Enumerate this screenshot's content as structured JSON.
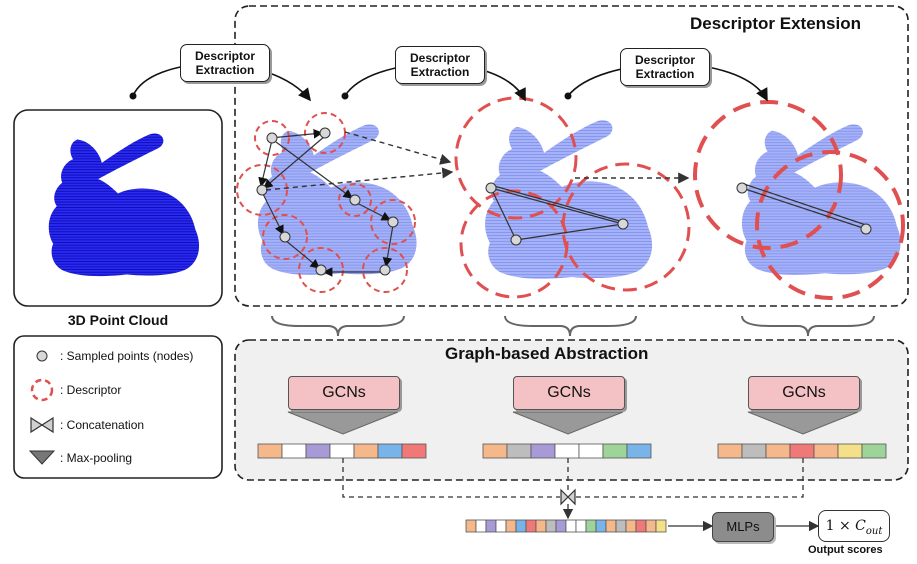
{
  "sections": {
    "descriptor_extension": "Descriptor Extension",
    "graph_abstraction": "Graph-based Abstraction"
  },
  "extraction_label_line1": "Descriptor",
  "extraction_label_line2": "Extraction",
  "point_cloud_label": "3D Point Cloud",
  "gcn_label": "GCNs",
  "legend": {
    "sampled_points": ": Sampled points (nodes)",
    "descriptor": ": Descriptor",
    "concatenation": ": Concatenation",
    "max_pooling": ": Max-pooling"
  },
  "mlps_label": "MLPs",
  "output_formula_prefix": "1 × ",
  "output_formula_var": "C",
  "output_formula_sub": "out",
  "output_scores_label": "Output scores",
  "colors": {
    "bunny_dense": "#1a1ae6",
    "bunny_light": "#9aa8f5",
    "descriptor": "#e05050",
    "gcn_fill": "#f4c2c4",
    "feature_orange": "#f5b88a",
    "feature_purple": "#a89ad6",
    "feature_blue": "#78b4e8",
    "feature_red": "#f07878",
    "feature_green": "#9ed49a",
    "feature_gray": "#bdbdbd",
    "feature_yellow": "#f5e08a"
  }
}
